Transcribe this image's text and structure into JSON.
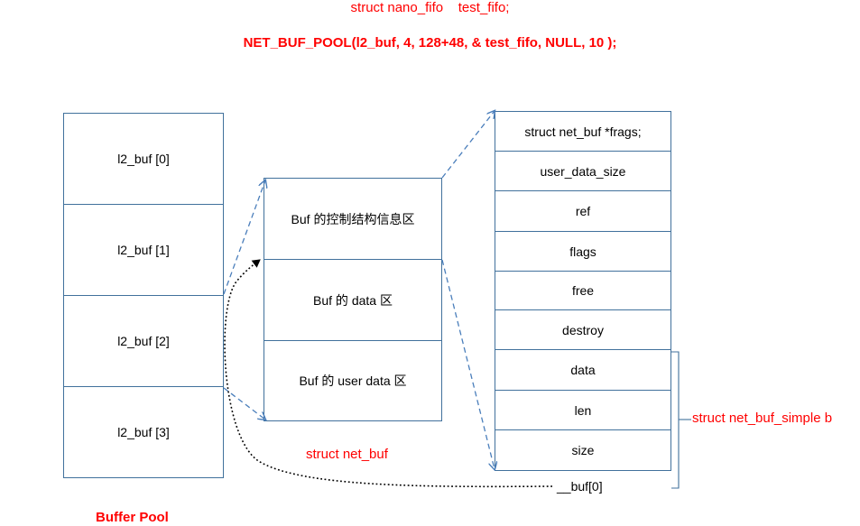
{
  "header": {
    "line1": "struct nano_fifo    test_fifo;",
    "line2": "NET_BUF_POOL(l2_buf,  4, 128+48, & test_fifo, NULL, 10 );"
  },
  "pool": {
    "items": [
      "l2_buf [0]",
      "l2_buf [1]",
      "l2_buf [2]",
      "l2_buf [3]"
    ],
    "caption": "Buffer Pool"
  },
  "net_buf": {
    "regions": [
      "Buf 的控制结构信息区",
      "Buf 的 data 区",
      "Buf 的 user data 区"
    ],
    "caption": "struct net_buf"
  },
  "fields": {
    "items": [
      "struct net_buf *frags;",
      "user_data_size",
      "ref",
      "flags",
      "free",
      "destroy",
      "data",
      "len",
      "size"
    ],
    "buf0": "__buf[0]",
    "simple_label": "struct net_buf_simple b"
  },
  "colors": {
    "box_border": "#41719c",
    "arrow_dashed": "#4a7ebb",
    "caption_red": "#ff0000"
  }
}
